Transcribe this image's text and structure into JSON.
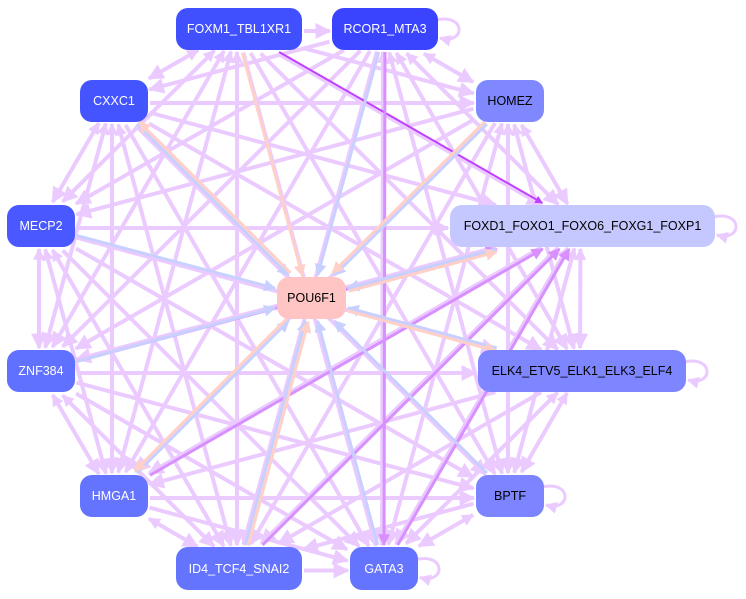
{
  "title": "Transcription factor regulatory network",
  "nodes": [
    {
      "id": "FOXM1_TBL1XR1",
      "label": "FOXM1_TBL1XR1",
      "color": "#4050ff",
      "text_color": "#ffffff"
    },
    {
      "id": "RCOR1_MTA3",
      "label": "RCOR1_MTA3",
      "color": "#3a44ff",
      "text_color": "#ffffff"
    },
    {
      "id": "CXXC1",
      "label": "CXXC1",
      "color": "#4454ff",
      "text_color": "#ffffff"
    },
    {
      "id": "HOMEZ",
      "label": "HOMEZ",
      "color": "#8088ff",
      "text_color": "#000000"
    },
    {
      "id": "MECP2",
      "label": "MECP2",
      "color": "#4a58ff",
      "text_color": "#ffffff"
    },
    {
      "id": "FOXD1_FOXO1_FOXO6_FOXG1_FOXP1",
      "label": "FOXD1_FOXO1_FOXO6_FOXG1_FOXP1",
      "color": "#c4c8ff",
      "text_color": "#000000"
    },
    {
      "id": "POU6F1",
      "label": "POU6F1",
      "color": "#ffc4c4",
      "text_color": "#000000"
    },
    {
      "id": "ZNF384",
      "label": "ZNF384",
      "color": "#6070ff",
      "text_color": "#ffffff"
    },
    {
      "id": "ELK4_ETV5_ELK1_ELK3_ELF4",
      "label": "ELK4_ETV5_ELK1_ELK3_ELF4",
      "color": "#7e86ff",
      "text_color": "#000000"
    },
    {
      "id": "HMGA1",
      "label": "HMGA1",
      "color": "#6474ff",
      "text_color": "#ffffff"
    },
    {
      "id": "BPTF",
      "label": "BPTF",
      "color": "#7c84ff",
      "text_color": "#000000"
    },
    {
      "id": "ID4_TCF4_SNAI2",
      "label": "ID4_TCF4_SNAI2",
      "color": "#6474ff",
      "text_color": "#ffffff"
    },
    {
      "id": "GATA3",
      "label": "GATA3",
      "color": "#6474ff",
      "text_color": "#ffffff"
    }
  ],
  "edge_colors": {
    "mesh": "#ebcbff",
    "strong": "#c040ff",
    "medium": "#d890ff",
    "blue": "#c8d0ff",
    "peach": "#ffd0c8"
  },
  "edges": [
    [
      "FOXM1_TBL1XR1",
      "FOXD1_FOXO1_FOXO6_FOXG1_FOXP1",
      "strong"
    ],
    [
      "ZNF384",
      "FOXD1_FOXO1_FOXO6_FOXG1_FOXP1",
      "medium"
    ],
    [
      "HMGA1",
      "FOXD1_FOXO1_FOXO6_FOXG1_FOXP1",
      "medium"
    ],
    [
      "GATA3",
      "FOXD1_FOXO1_FOXO6_FOXG1_FOXP1",
      "medium"
    ],
    [
      "ID4_TCF4_SNAI2",
      "FOXD1_FOXO1_FOXO6_FOXG1_FOXP1",
      "medium"
    ],
    [
      "RCOR1_MTA3",
      "GATA3",
      "medium"
    ],
    [
      "MECP2",
      "POU6F1",
      "blue"
    ],
    [
      "ZNF384",
      "POU6F1",
      "blue"
    ],
    [
      "RCOR1_MTA3",
      "POU6F1",
      "blue"
    ],
    [
      "HOMEZ",
      "POU6F1",
      "blue"
    ],
    [
      "FOXD1_FOXO1_FOXO6_FOXG1_FOXP1",
      "POU6F1",
      "blue"
    ],
    [
      "CXXC1",
      "POU6F1",
      "blue"
    ],
    [
      "HMGA1",
      "POU6F1",
      "blue"
    ],
    [
      "ID4_TCF4_SNAI2",
      "POU6F1",
      "blue"
    ],
    [
      "GATA3",
      "POU6F1",
      "blue"
    ],
    [
      "BPTF",
      "POU6F1",
      "blue"
    ],
    [
      "ELK4_ETV5_ELK1_ELK3_ELF4",
      "POU6F1",
      "blue"
    ],
    [
      "POU6F1",
      "CXXC1",
      "peach"
    ],
    [
      "POU6F1",
      "HMGA1",
      "peach"
    ],
    [
      "POU6F1",
      "FOXD1_FOXO1_FOXO6_FOXG1_FOXP1",
      "peach"
    ],
    [
      "POU6F1",
      "ELK4_ETV5_ELK1_ELK3_ELF4",
      "peach"
    ],
    [
      "FOXM1_TBL1XR1",
      "POU6F1",
      "peach"
    ],
    [
      "ID4_TCF4_SNAI2",
      "POU6F1",
      "peach"
    ],
    [
      "HOMEZ",
      "POU6F1",
      "peach"
    ]
  ],
  "self_loops": [
    "RCOR1_MTA3",
    "FOXD1_FOXO1_FOXO6_FOXG1_FOXP1",
    "ELK4_ETV5_ELK1_ELK3_ELF4",
    "BPTF",
    "GATA3"
  ]
}
